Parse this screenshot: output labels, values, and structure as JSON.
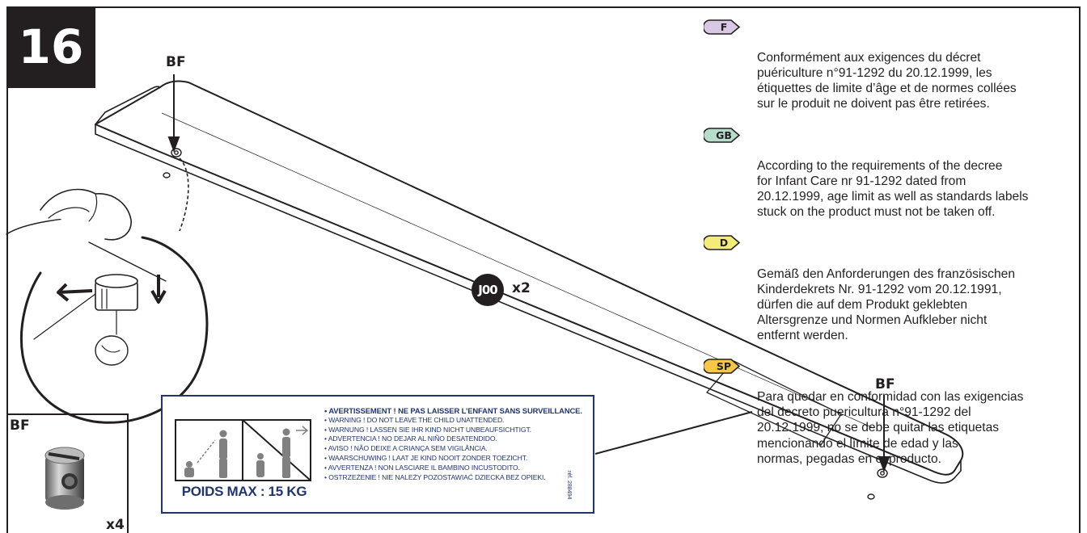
{
  "step": {
    "number": "16"
  },
  "labels": {
    "fitting_code": "BF"
  },
  "part": {
    "code": "J00",
    "quantity": "x2"
  },
  "inset": {
    "title": "BF",
    "quantity": "x4"
  },
  "notes": [
    {
      "lang": "F",
      "color": "#d9c8e3",
      "text": "Conformément aux exigences du décret\npuériculture n°91-1292 du 20.12.1999, les\nétiquettes de limite d’âge et de normes collées\nsur le produit ne doivent pas être retirées."
    },
    {
      "lang": "GB",
      "color": "#b7dccb",
      "text": "According to the requirements of the decree\nfor Infant Care nr 91-1292 dated from\n20.12.1999, age limit as well as standards labels\nstuck on the product must not be taken off."
    },
    {
      "lang": "D",
      "color": "#f3ec7a",
      "text": "Gemäß den Anforderungen des französischen\nKinderdekrets Nr. 91-1292 vom 20.12.1991,\ndürfen die auf dem Produkt geklebten\nAltersgrenze und Normen Aufkleber nicht\nentfernt werden."
    },
    {
      "lang": "SP",
      "color": "#f7c74a",
      "text": "Para quedar en conformidad con las exigencias\ndel decreto puericultura n°91-1292 del\n20.12.1999, no se debe quitar las etiquetas\nmencionando el límite de edad y las\nnormas, pegadas en el producto."
    }
  ],
  "warning_label": {
    "color": "#21356b",
    "max_weight": "POIDS MAX : 15 KG",
    "ref": "réf. 288494",
    "lines": [
      "• AVERTISSEMENT ! NE PAS LAISSER L’ENFANT SANS SURVEILLANCE.",
      "• WARNING ! DO NOT LEAVE THE CHILD UNATTENDED.",
      "• WARNUNG ! LASSEN SIE IHR KIND NICHT UNBEAUFSICHTIGT.",
      "• ADVERTENCIA ! NO DEJAR AL NIÑO DESATENDIDO.",
      "• AVISO ! NÃO DEIXE A CRIANÇA SEM VIGILÂNCIA.",
      "• WAARSCHUWING ! LAAT JE KIND NOOIT ZONDER TOEZICHT.",
      "• AVVERTENZA ! NON LASCIARE IL BAMBINO INCUSTODITO.",
      "• OSTRZEŻENIE ! NIE NALEŻY POZOSTAWIAĆ DZIECKA BEZ OPIEKI."
    ]
  }
}
